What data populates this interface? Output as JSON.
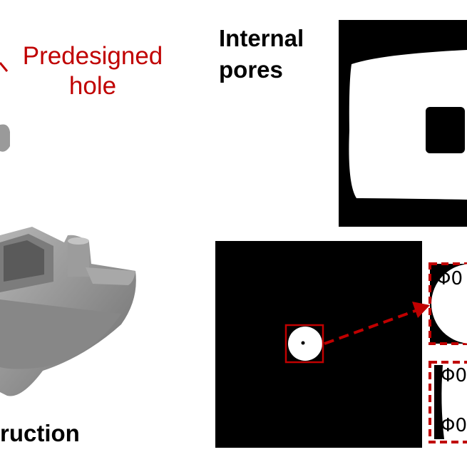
{
  "labels": {
    "predesigned_hole_line1": "Predesigned",
    "predesigned_hole_line2": "hole",
    "internal_pores_line1": "Internal",
    "internal_pores_line2": "pores",
    "reconstruction_partial": "ruction",
    "inset_top_label": "Φ0",
    "inset_bottom_label_1": "Φ0",
    "inset_bottom_label_2": "Φ0"
  },
  "colors": {
    "annotation_red": "#c00000",
    "ct_background": "#000000",
    "ct_material": "#ffffff",
    "model_gray": "#8a8a8a"
  }
}
